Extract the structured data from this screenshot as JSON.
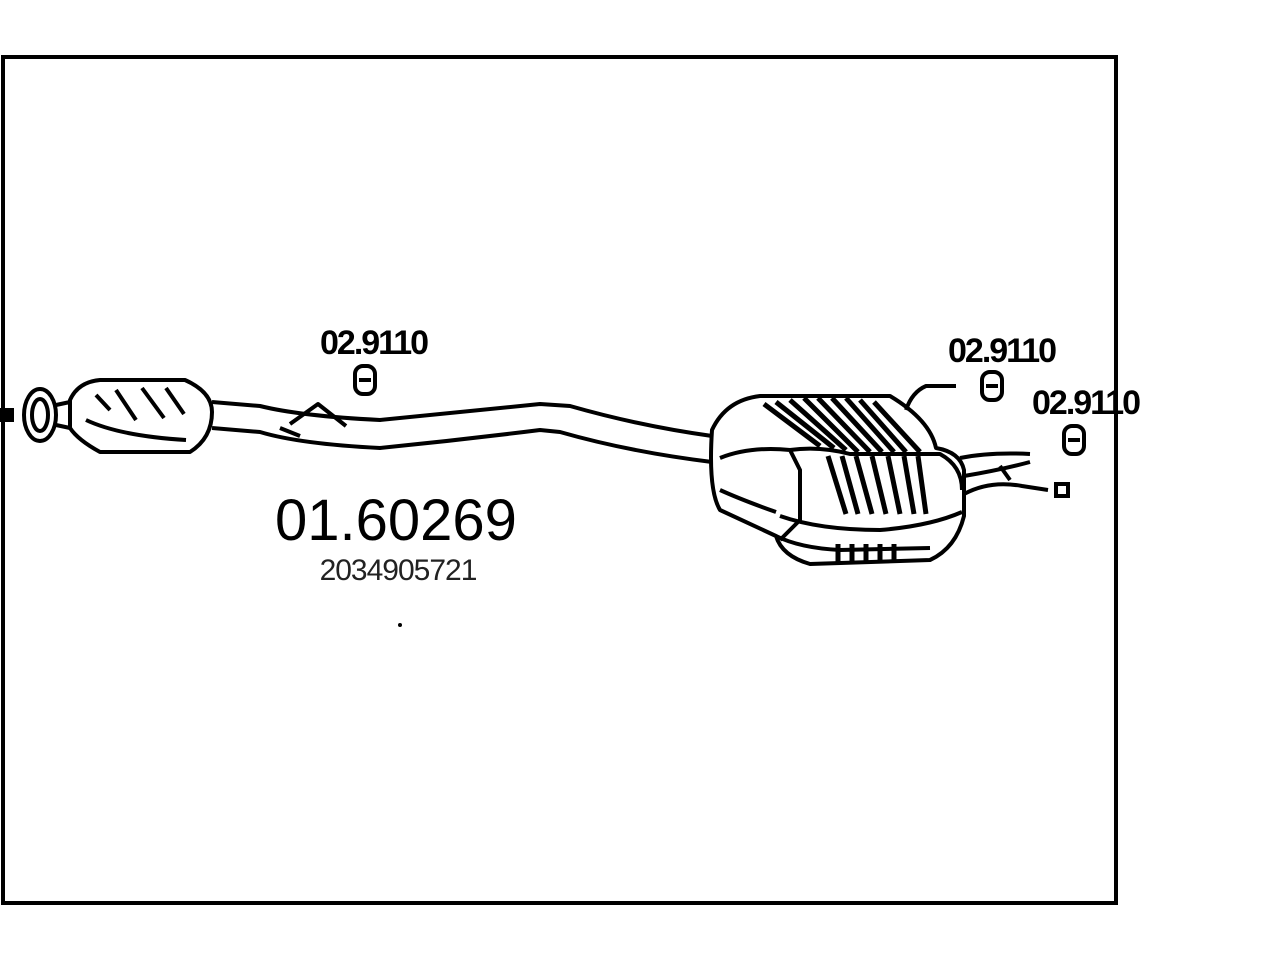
{
  "diagram": {
    "part_number": "01.60269",
    "oem_number": "2034905721",
    "mounts": [
      {
        "label": "02.9110"
      },
      {
        "label": "02.9110"
      },
      {
        "label": "02.9110"
      }
    ]
  }
}
